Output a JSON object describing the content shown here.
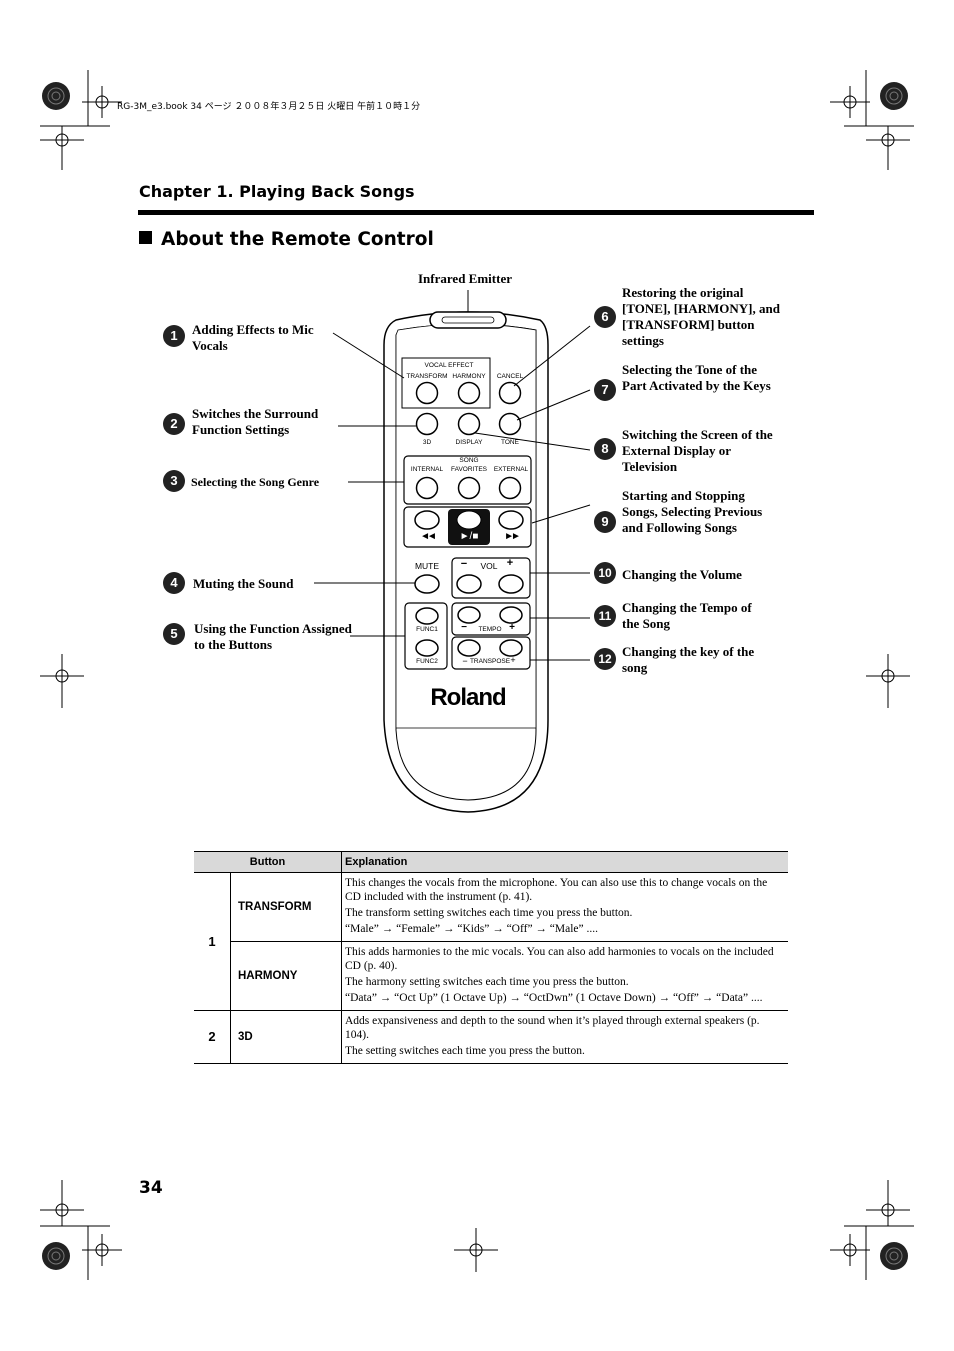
{
  "print_header": "RG-3M_e3.book  34 ページ  ２００８年３月２５日  火曜日  午前１０時１分",
  "chapter_title": "Chapter 1. Playing Back Songs",
  "section_title": "About the Remote Control",
  "infrared_label": "Infrared Emitter",
  "callouts": [
    {
      "num": "1",
      "text": "Adding Effects to Mic Vocals"
    },
    {
      "num": "2",
      "text": "Switches the Surround Function Settings"
    },
    {
      "num": "3",
      "text": "Selecting the Song Genre"
    },
    {
      "num": "4",
      "text": "Muting the Sound"
    },
    {
      "num": "5",
      "text": "Using the Function Assigned to the Buttons"
    },
    {
      "num": "6",
      "text": "Restoring the original [TONE], [HARMONY], and [TRANSFORM] button settings"
    },
    {
      "num": "7",
      "text": "Selecting the Tone of the Part Activated by the Keys"
    },
    {
      "num": "8",
      "text": "Switching the Screen of the External Display or Television"
    },
    {
      "num": "9",
      "text": "Starting and Stopping Songs, Selecting Previous and Following Songs"
    },
    {
      "num": "10",
      "text": "Changing the Volume"
    },
    {
      "num": "11",
      "text": "Changing the Tempo of the Song"
    },
    {
      "num": "12",
      "text": "Changing the key of the song"
    }
  ],
  "remote": {
    "vocal_effect": "VOCAL EFFECT",
    "transform": "TRANSFORM",
    "harmony": "HARMONY",
    "cancel": "CANCEL",
    "b3d": "3D",
    "display": "DISPLAY",
    "tone": "TONE",
    "song": "SONG",
    "internal": "INTERNAL",
    "favorites": "FAVORITES",
    "external": "EXTERNAL",
    "play_stop": "►/■",
    "prev": "◄◄",
    "next": "►►",
    "mute": "MUTE",
    "vol": "VOL",
    "minus": "−",
    "plus": "+",
    "func1": "FUNC1",
    "func2": "FUNC2",
    "tempo": "TEMPO",
    "transpose": "TRANSPOSE",
    "brand": "Roland"
  },
  "table": {
    "headers": [
      "Button",
      "Explanation"
    ],
    "rows": [
      {
        "num": "1",
        "button": "TRANSFORM",
        "lines": [
          "This changes the vocals from the microphone. You can also use this to change vocals on the CD included with the instrument (p. 41).",
          "The transform setting switches each time you press the button.",
          "“Male” → “Female” → “Kids” → “Off” → “Male” ...."
        ]
      },
      {
        "num": "",
        "button": "HARMONY",
        "lines": [
          "This adds harmonies to the mic vocals. You can also add harmonies to vocals on the included CD (p. 40).",
          "The harmony setting switches each time you press the button.",
          "“Data” → “Oct Up” (1 Octave Up) → “OctDwn” (1 Octave Down) → “Off” → “Data” ...."
        ]
      },
      {
        "num": "2",
        "button": "3D",
        "lines": [
          "Adds expansiveness and depth to the sound when it’s played through external speakers (p. 104).",
          "The setting switches each time you press the button."
        ]
      }
    ]
  },
  "page_number": "34"
}
